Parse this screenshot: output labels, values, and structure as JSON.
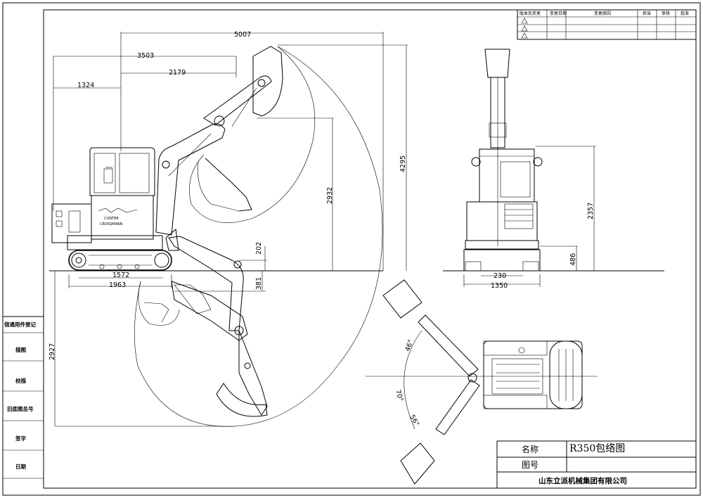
{
  "revision_table": {
    "headers": [
      "版本及变更",
      "变更日期",
      "变更原因",
      "担当",
      "审核",
      "批准"
    ]
  },
  "side_panel": {
    "rows": [
      "借通用件登记",
      "描图",
      "校描",
      "旧底图总号",
      "签字",
      "日期"
    ]
  },
  "title_block": {
    "name_label": "名称",
    "name_value": "R350包络图",
    "drawing_no_label": "图号",
    "drawing_no_value": "",
    "company": "山东立派机械集团有限公司"
  },
  "machine_decals": {
    "cab_line1": "CONTER",
    "cab_line2": "CROSSMANN"
  },
  "dimensions": {
    "side_view": {
      "overall_reach": "5007",
      "reach_3503": "3503",
      "reach_2179": "2179",
      "rear_1324": "1324",
      "max_dig_height": "4295",
      "max_dump_height": "2932",
      "blade_lift": "202",
      "blade_depth": "381",
      "track_1572": "1572",
      "track_length": "1963",
      "max_dig_depth": "2927"
    },
    "front_view": {
      "overall_height": "2357",
      "clearance": "486",
      "track_width": "230",
      "overall_width": "1350"
    },
    "top_view": {
      "swing_left": "46°",
      "swing_center": "70°",
      "swing_right": "56°"
    }
  }
}
